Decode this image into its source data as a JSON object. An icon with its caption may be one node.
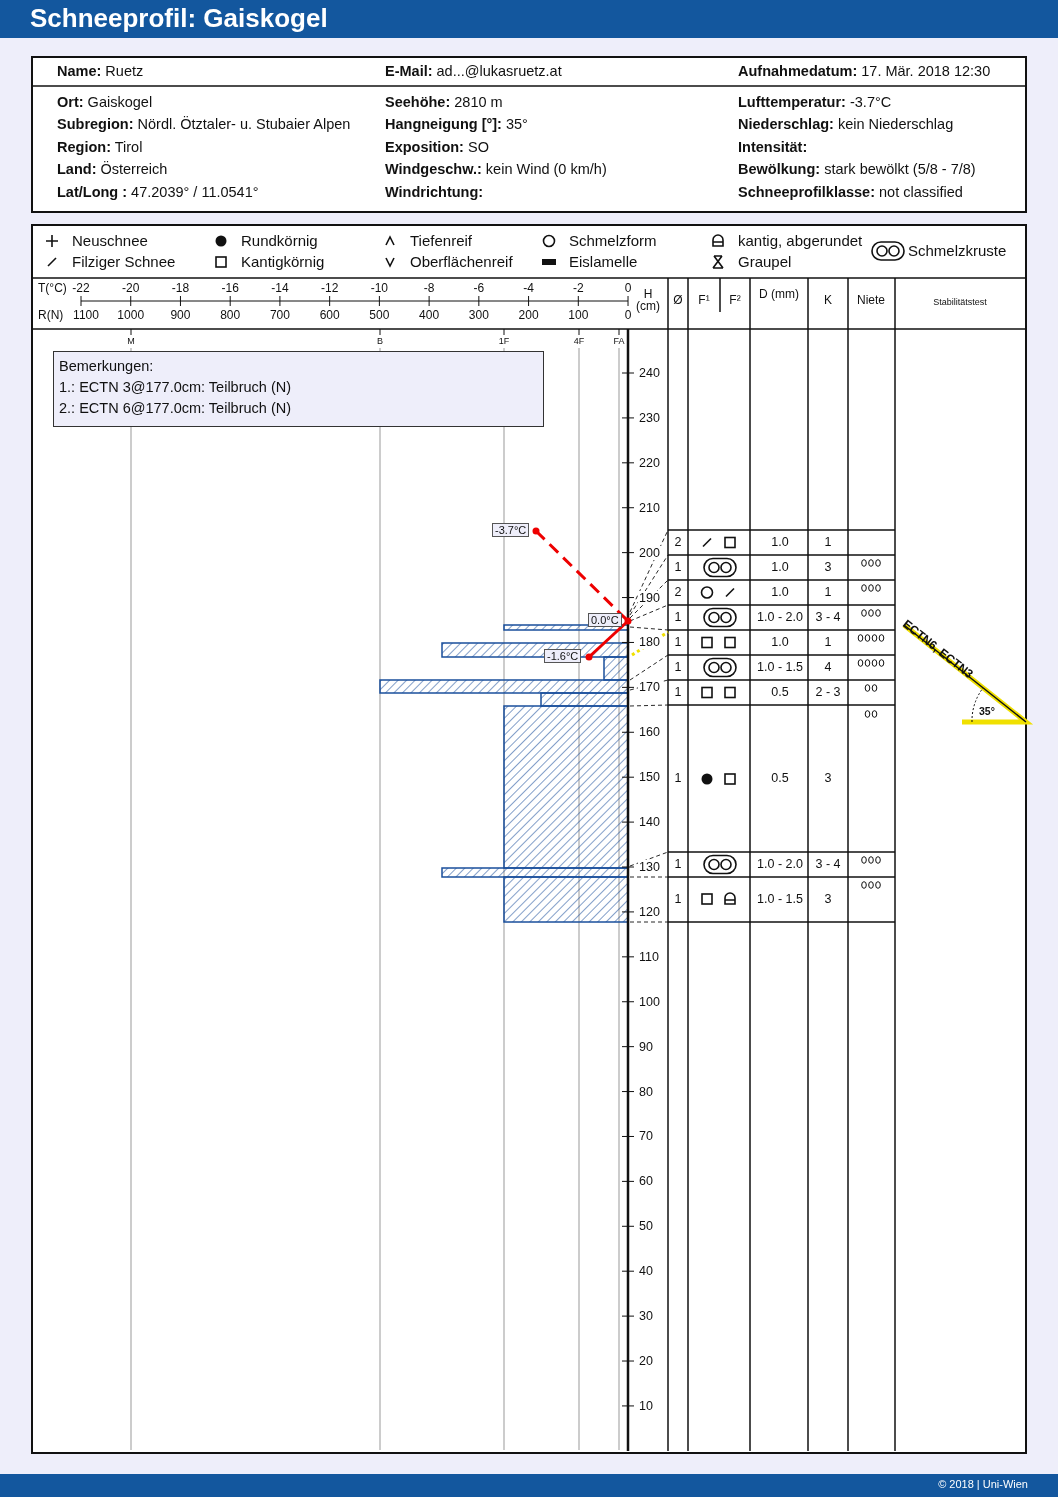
{
  "diagram": {
    "title": "Schneeprofil: Gaiskogel",
    "nodes": [
      {
        "text": [
          "Bemerkungen:",
          "1.: ECTN 3@177.0cm: Teilbruch (N)",
          "2.: ECTN 6@177.0cm: Teilbruch (N)"
        ]
      }
    ],
    "labels": [
      "**Name:** Ruetz",
      "**E-Mail:** ad...@lukasruetz.at",
      "**Aufnahmedatum:** 17. Mär. 2018 12:30",
      "**Ort:** Gaiskogel",
      "**Seehöhe:** 2810 m",
      "**Lufttemperatur:** -3.7°C",
      "**Subregion:** Nördl. Ötztaler- u. Stubaier Alpen",
      "**Hangneigung [°]:** 35°",
      "**Niederschlag:** kein Niederschlag",
      "**Region:** Tirol",
      "**Exposition:** SO",
      "Intensität:",
      "**Land:** Österreich",
      "**Windgeschw.:** kein Wind (0 km/h)",
      "**Bewölkung:** stark bewölkt (5/8 - 7/8)",
      "**Lat/Long :** 47.2039° / 11.0541°",
      "Windrichtung:",
      "**Schneeprofilklasse:** not classified",
      "T(°C)",
      "-22",
      "-20",
      "-18",
      "-16",
      "-14",
      "-12",
      "-10",
      "-8",
      "-6",
      "-4",
      "-2",
      "0",
      "R(N)",
      "1100",
      "1000",
      "900",
      "800",
      "700",
      "600",
      "500",
      "400",
      "300",
      "200",
      "100",
      "0",
      "H (cm)",
      "Ø",
      "F¹",
      "F²",
      "D (mm)",
      "K",
      "Niete",
      "Stabilitätstest",
      "M",
      "B",
      "1F",
      "4F",
      "FA",
      "240",
      "230",
      "220",
      "210",
      "200",
      "190",
      "180",
      "170",
      "160",
      "150",
      "140",
      "130",
      "120",
      "110",
      "100",
      "90",
      "80",
      "70",
      "60",
      "50",
      "40",
      "30",
      "20",
      "10",
      "-3.7°C",
      "0.0°C",
      "-1.6°C",
      "2",
      "1.0",
      "1",
      "1",
      "1.0",
      "3",
      "2",
      "1.0",
      "1",
      "1",
      "1.0 - 2.0",
      "3 - 4",
      "1",
      "1.0",
      "1",
      "1",
      "1.0 - 1.5",
      "4",
      "1",
      "0.5",
      "2 - 3",
      "1",
      "0.5",
      "3",
      "1",
      "1.0 - 2.0",
      "3 - 4",
      "1",
      "1.0 - 1.5",
      "3",
      "ECTN6, ECTN3",
      "35°",
      "© 2018 | Uni-Wien"
    ],
    "legend": [
      {
        "text": "Neuschnee"
      },
      {
        "text": "Rundkörnig"
      },
      {
        "text": "Tiefenreif"
      },
      {
        "text": "Schmelzform"
      },
      {
        "text": "kantig, abgerundet"
      },
      {
        "text": "Schmelzkruste"
      },
      {
        "text": "Filziger Schnee"
      },
      {
        "text": "Kantigkörnig"
      },
      {
        "text": "Oberflächenreif"
      },
      {
        "text": "Eislamelle"
      },
      {
        "text": "Graupel"
      }
    ]
  }
}
